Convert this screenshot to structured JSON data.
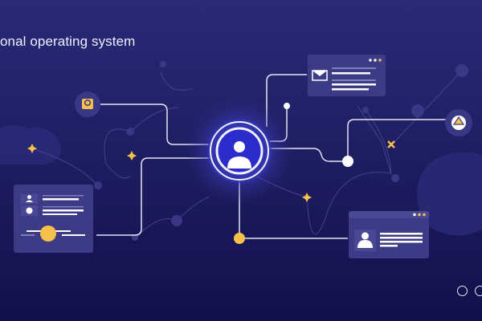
{
  "hero": {
    "headline": "onal operating system"
  },
  "colors": {
    "background_top": "#2a2a78",
    "background_bottom": "#12104a",
    "card": "#3d3b86",
    "accent_yellow": "#f6c14a",
    "line": "#e6e6f5",
    "hub_glow": "#4a4ad8"
  },
  "icons": {
    "hub": "user-icon",
    "node_left": "team-icon",
    "node_right": "triangle-badge-icon",
    "mail_card": "envelope-icon",
    "profile_card": "user-icon"
  },
  "carousel": {
    "slides_visible": 2,
    "active_index": 0
  }
}
